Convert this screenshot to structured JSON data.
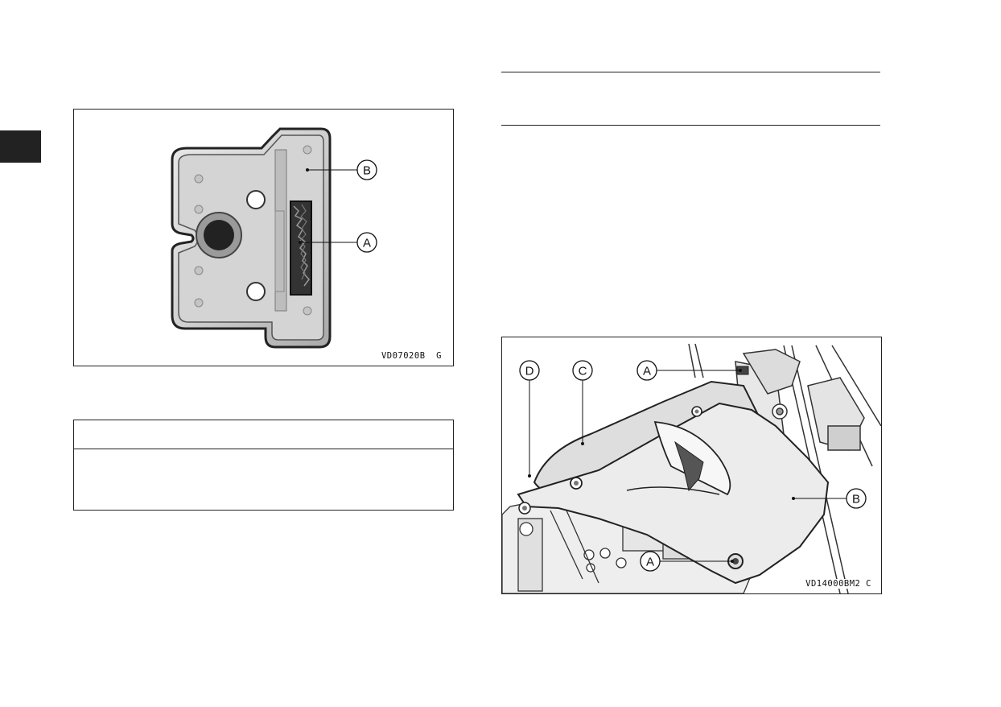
{
  "left_figure": {
    "code": "VD07020B  G",
    "callouts": [
      {
        "letter": "B"
      },
      {
        "letter": "A"
      }
    ]
  },
  "right_figure": {
    "code": "VD14000BM2 C",
    "callouts": [
      {
        "letter": "D"
      },
      {
        "letter": "C"
      },
      {
        "letter": "A"
      },
      {
        "letter": "B"
      },
      {
        "letter": "A"
      }
    ]
  }
}
